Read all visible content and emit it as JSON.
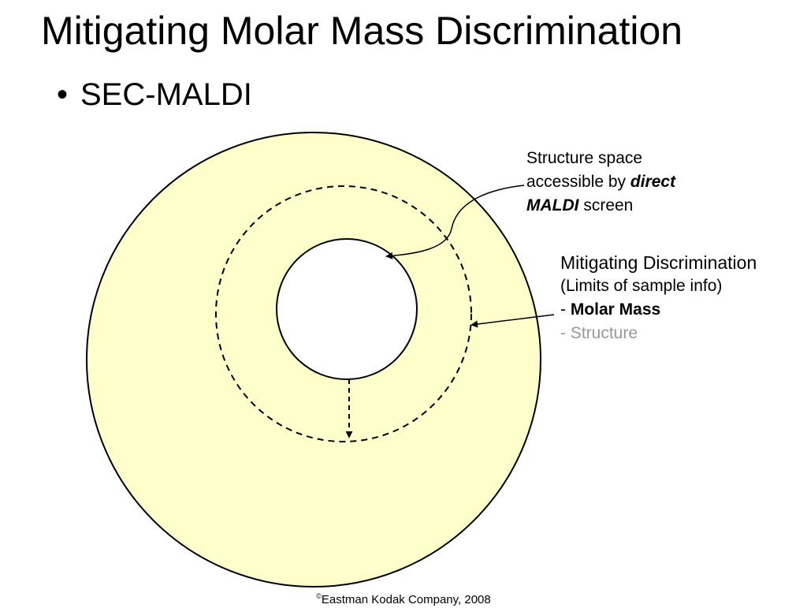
{
  "slide": {
    "title": "Mitigating Molar Mass Discrimination",
    "bullet": "SEC-MALDI"
  },
  "diagram": {
    "fill_color": "#FFFFCC",
    "callout_direct": {
      "line1": "Structure space",
      "line2_prefix": "accessible by ",
      "line2_emph": "direct",
      "line3_emph": "MALDI",
      "line3_suffix": " screen"
    },
    "callout_mitigating": {
      "heading": "Mitigating Discrimination",
      "subheading": "(Limits of sample info)",
      "item1_prefix": "- ",
      "item1_label": "Molar Mass",
      "item2": "- Structure"
    }
  },
  "footer": {
    "copyright_symbol": "©",
    "text": "Eastman Kodak Company, 2008"
  }
}
